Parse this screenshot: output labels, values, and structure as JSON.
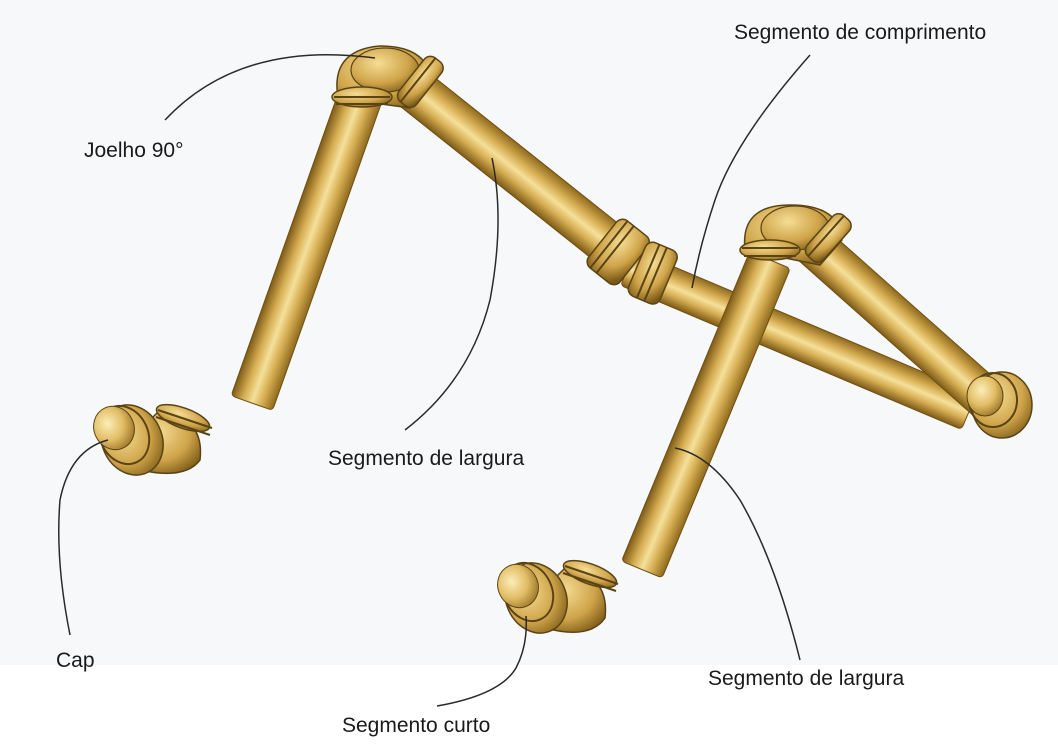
{
  "labels": {
    "elbow": "Joelho 90°",
    "length_segment": "Segmento de comprimento",
    "width_segment_1": "Segmento de largura",
    "width_segment_2": "Segmento de largura",
    "cap": "Cap",
    "short_segment": "Segmento curto"
  },
  "colors": {
    "pipe_light": "#f3dc8c",
    "pipe_mid": "#d6ad52",
    "pipe_dark": "#8f6a1e",
    "fitting_ring": "#5a4416",
    "leader_line": "#2a2a2a",
    "background": "#f7f8fa"
  }
}
